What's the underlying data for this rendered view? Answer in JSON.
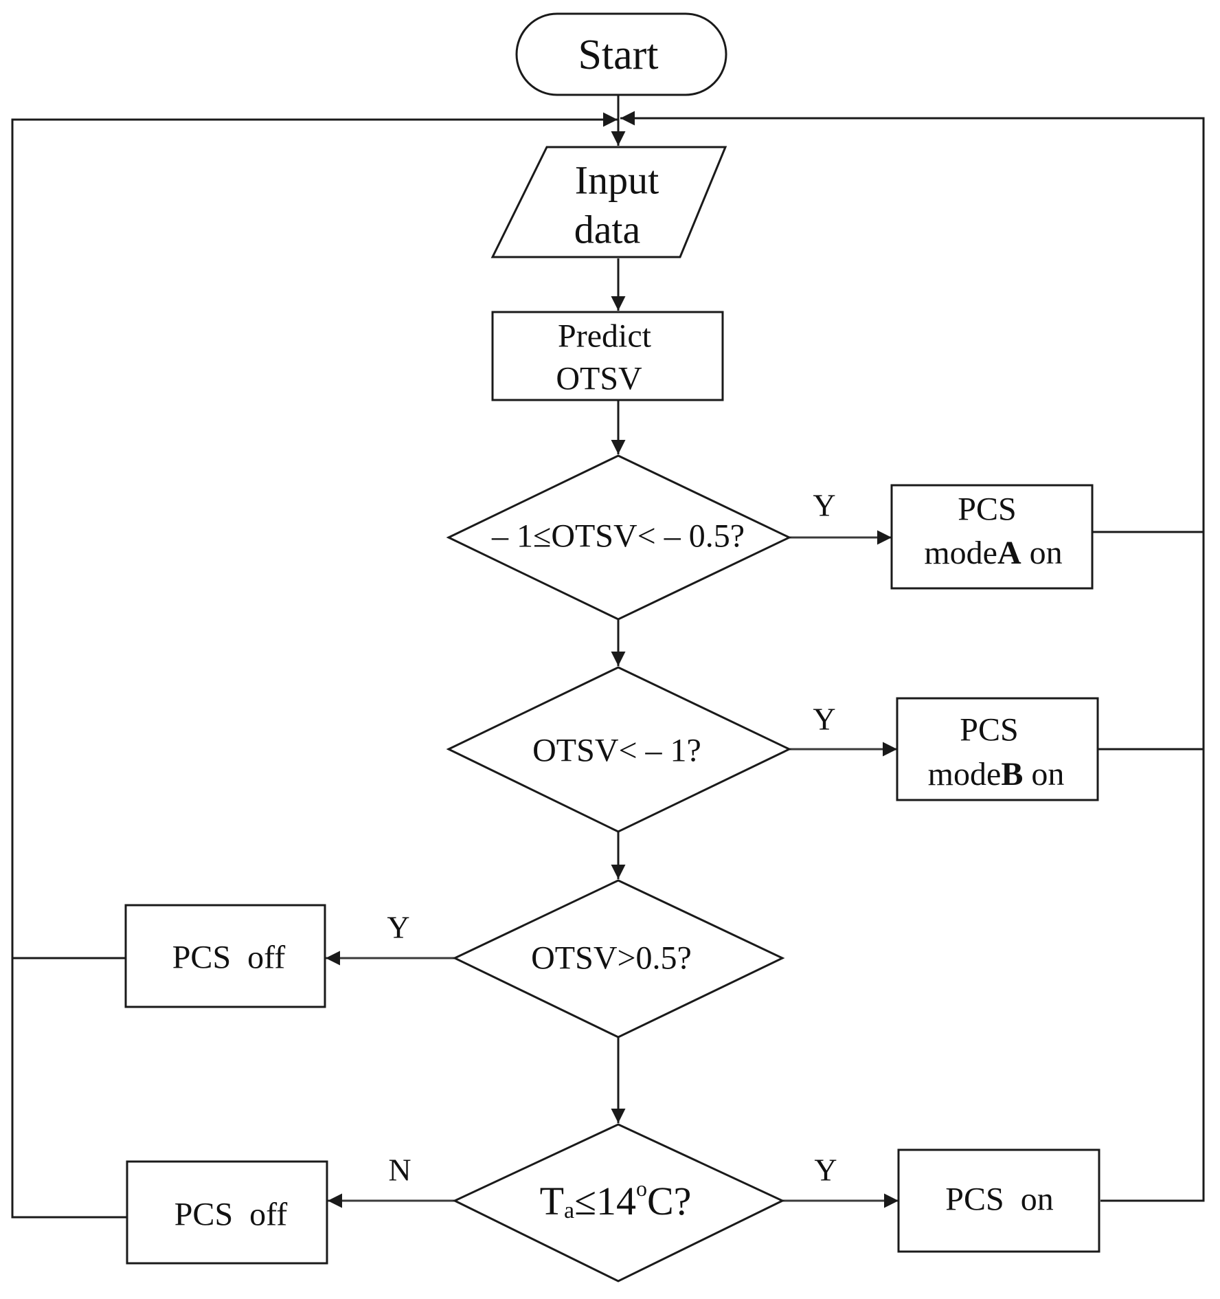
{
  "start": {
    "label": "Start"
  },
  "input": {
    "line1": "Input",
    "line2": "data"
  },
  "predict": {
    "line1": "Predict",
    "line2": "OTSV"
  },
  "decisions": {
    "d1": "– 1≤OTSV< – 0.5?",
    "d2": "OTSV< – 1?",
    "d3": "OTSV>0.5?",
    "d4": {
      "t": "T",
      "sub": "a",
      "mid": "≤14",
      "sup": "o",
      "end": "C?"
    }
  },
  "outcomes": {
    "mode_a": {
      "line1": "PCS",
      "mode": "mode",
      "letter": "A",
      "suffix": " on"
    },
    "mode_b": {
      "line1": "PCS",
      "mode": "mode",
      "letter": "B",
      "suffix": " on"
    },
    "pcs_off_1": "PCS  off",
    "pcs_off_2": "PCS  off",
    "pcs_on": "PCS  on"
  },
  "branch_labels": {
    "yes": "Y",
    "no": "N"
  },
  "colors": {
    "stroke": "#1a1a1a",
    "arrow": "#3a3a3a",
    "background": "#ffffff"
  }
}
